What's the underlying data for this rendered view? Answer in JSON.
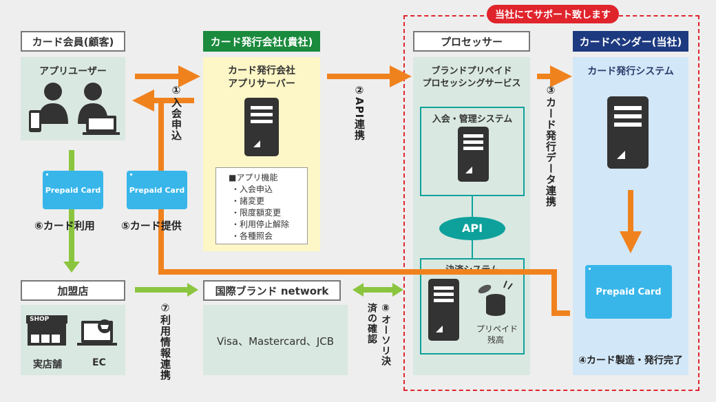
{
  "support_banner": "当社にてサポート致します",
  "headers": {
    "member": "カード会員(顧客)",
    "issuer": "カード発行会社(貴社)",
    "processor": "プロセッサー",
    "vendor": "カードベンダー(当社)",
    "merchant": "加盟店",
    "network": "国際ブランド network"
  },
  "member": {
    "title": "アプリユーザー"
  },
  "issuer": {
    "title_line1": "カード発行会社",
    "title_line2": "アプリサーバー",
    "features_title": "■アプリ機能",
    "features": [
      "・入会申込",
      "・諸変更",
      "・限度額変更",
      "・利用停止解除",
      "・各種照会"
    ]
  },
  "processor": {
    "title_line1": "ブランドプリペイド",
    "title_line2": "プロセッシングサービス",
    "mgmt_title": "入会・管理システム",
    "api": "API",
    "settle_title": "決済システム",
    "balance_line1": "プリペイド",
    "balance_line2": "残高"
  },
  "vendor": {
    "title": "カード発行システム",
    "step4": "④カード製造・発行完了"
  },
  "merchant": {
    "shop_sign": "SHOP",
    "store": "実店舗",
    "ec": "EC"
  },
  "network": {
    "brands": "Visa、Mastercard、JCB"
  },
  "card_label": "Prepaid Card",
  "steps": {
    "s1": "①入会申込",
    "s2": "②API連携",
    "s3": "③カード発行データ連携",
    "s5": "⑤カード提供",
    "s6": "⑥カード利用",
    "s7": "⑦利用情報連携",
    "s8": "⑧オーソリ決済の確認"
  },
  "colors": {
    "orange": "#f0821e",
    "green_arrow": "#8bc53f",
    "red_dash": "#e0242c",
    "teal": "#0ea19c"
  }
}
